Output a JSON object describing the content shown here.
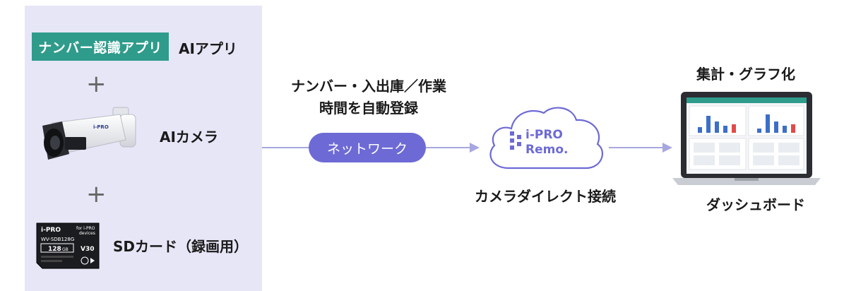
{
  "left_panel": {
    "app_badge": "ナンバー認識アプリ",
    "ai_app_label": "AIアプリ",
    "plus_1": "+",
    "ai_camera_label": "AIカメラ",
    "plus_2": "+",
    "sd_card_label": "SDカード（録画用）",
    "camera_logo": "i-PRO",
    "sd_card": {
      "brand": "i-PRO",
      "for_text_1": "for i-PRO",
      "for_text_2": "devices",
      "model": "WV-SDB128G",
      "capacity": "128",
      "capacity_unit": "GB",
      "speed_class": "V30"
    }
  },
  "center": {
    "description_line1": "ナンバー・入出庫／作業",
    "description_line2": "時間を自動登録",
    "network_pill": "ネットワーク",
    "cloud_brand_line1": "i-PRO",
    "cloud_brand_line2": "Remo.",
    "direct_connect_label": "カメラダイレクト接続"
  },
  "right": {
    "aggregation_label": "集計・グラフ化",
    "dashboard_label": "ダッシュボード"
  },
  "colors": {
    "panel_bg": "#e6e6f7",
    "app_badge_bg": "#2f9b8b",
    "pill_bg": "#6d6ad6",
    "cloud_stroke": "#6d6ad6",
    "arrow": "#a7a7e0",
    "bar_blue": "#3d6fc8",
    "bar_red": "#e24a4a"
  }
}
